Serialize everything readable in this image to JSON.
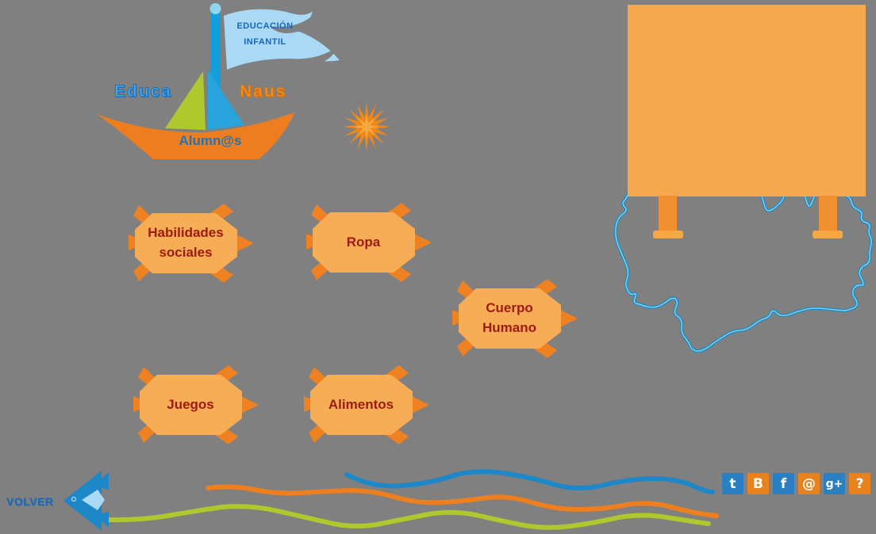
{
  "page": {
    "background_color": "#808080"
  },
  "logo": {
    "flag": {
      "line1": "EDUCACIÓN",
      "line2": "INFANTIL"
    },
    "brand": {
      "word1": "Educa",
      "word2": "Naus"
    },
    "boat_label": "Alumn@s"
  },
  "menu": {
    "items": [
      {
        "id": "habilidades-sociales",
        "line1": "Habilidades",
        "line2": "sociales"
      },
      {
        "id": "ropa",
        "line1": "Ropa",
        "line2": ""
      },
      {
        "id": "cuerpo-humano",
        "line1": "Cuerpo",
        "line2": "Humano"
      },
      {
        "id": "juegos",
        "line1": "Juegos",
        "line2": ""
      },
      {
        "id": "alimentos",
        "line1": "Alimentos",
        "line2": ""
      }
    ],
    "label_color": "#9E1A10",
    "body_color": "#F7AD55",
    "fin_color": "#EE8122"
  },
  "back_link": {
    "label": "VOLVER",
    "color": "#1766C0"
  },
  "social": {
    "icons": [
      {
        "name": "twitter",
        "glyph": "t",
        "color": "#2B80C2"
      },
      {
        "name": "blogger",
        "glyph": "B",
        "color": "#E8821E"
      },
      {
        "name": "facebook",
        "glyph": "f",
        "color": "#2B80C2"
      },
      {
        "name": "email-at",
        "glyph": "@",
        "color": "#E8821E"
      },
      {
        "name": "google-plus",
        "glyph": "g+",
        "color": "#2B80C2"
      },
      {
        "name": "help",
        "glyph": "?",
        "color": "#E8821E"
      }
    ]
  },
  "colors": {
    "billboard": "#F5A84E",
    "billboard_leg": "#F09030",
    "island_outline": "#1E8BC3",
    "wave_blue": "#1E87C8",
    "wave_orange": "#EE7F1E",
    "wave_green": "#AFC82D",
    "sun": "#F08818",
    "boat_hull": "#ED7D1E",
    "sail_green": "#AFC82D",
    "sail_blue": "#29A3DC",
    "flag_fill": "#A9D9F5"
  }
}
